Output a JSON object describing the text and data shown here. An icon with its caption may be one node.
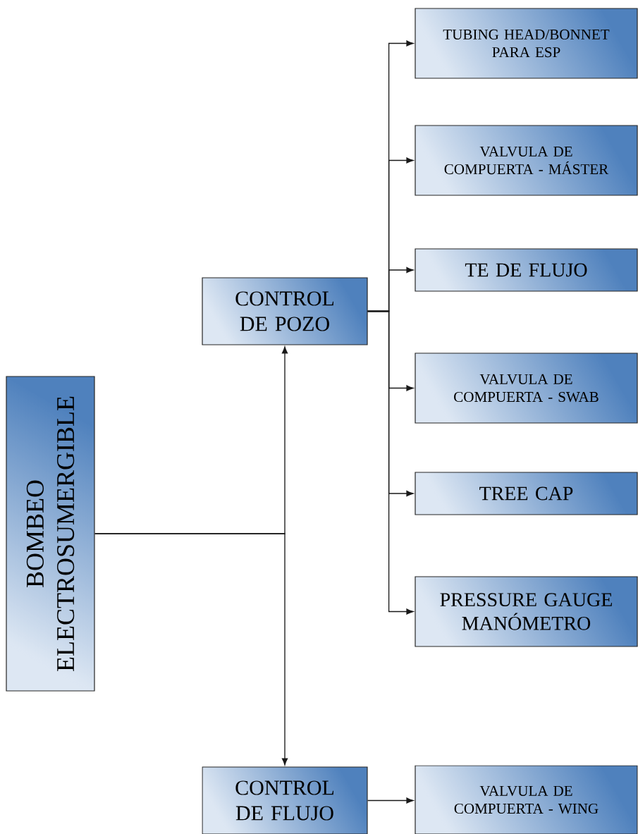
{
  "diagram": {
    "nodes": [
      {
        "text": [
          "BOMBEO ELECTROSUMERGIBLE"
        ]
      },
      {
        "text": [
          "CONTROL DE POZO"
        ]
      },
      {
        "text": [
          "CONTROL DE FLUJO"
        ]
      },
      {
        "text": [
          "TUBING HEAD/BONNET PARA ESP"
        ]
      },
      {
        "text": [
          "VALVULA DE COMPUERTA - MÁSTER"
        ]
      },
      {
        "text": [
          "TE DE FLUJO"
        ]
      },
      {
        "text": [
          "VALVULA DE COMPUERTA - SWAB"
        ]
      },
      {
        "text": [
          "TREE CAP"
        ]
      },
      {
        "text": [
          "PRESSURE GAUGE MANÓMETRO"
        ]
      },
      {
        "text": [
          "VALVULA DE COMPUERTA - WING"
        ]
      }
    ],
    "edges": [
      {
        "from": 0,
        "to": 1,
        "arrow": "to"
      },
      {
        "from": 0,
        "to": 2,
        "arrow": "to"
      },
      {
        "from": 1,
        "to": 3,
        "arrow": "to"
      },
      {
        "from": 1,
        "to": 4,
        "arrow": "to"
      },
      {
        "from": 1,
        "to": 5,
        "arrow": "to"
      },
      {
        "from": 1,
        "to": 6,
        "arrow": "to"
      },
      {
        "from": 1,
        "to": 7,
        "arrow": "to"
      },
      {
        "from": 1,
        "to": 8,
        "arrow": "to"
      },
      {
        "from": 2,
        "to": 9,
        "arrow": "to"
      }
    ]
  }
}
